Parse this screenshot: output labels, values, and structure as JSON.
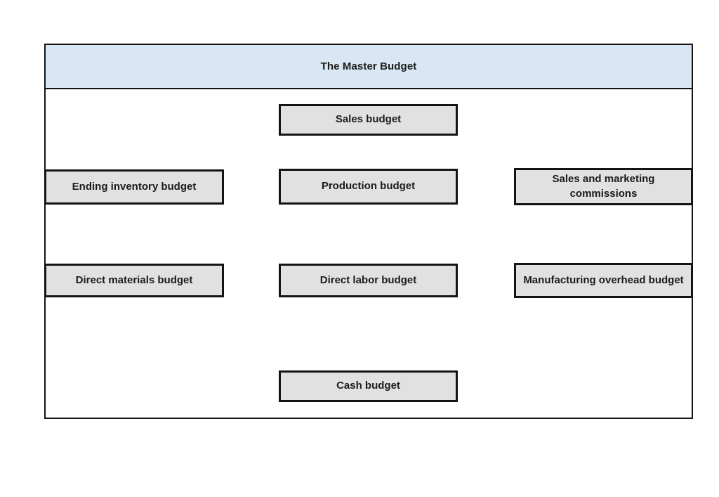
{
  "diagram": {
    "title": "The Master Budget",
    "boxes": [
      {
        "id": "sales-budget",
        "label": "Sales budget"
      },
      {
        "id": "ending-inventory-budget",
        "label": "Ending inventory budget"
      },
      {
        "id": "production-budget",
        "label": "Production budget"
      },
      {
        "id": "sales-marketing-commissions",
        "label": "Sales and marketing commissions"
      },
      {
        "id": "direct-materials-budget",
        "label": "Direct materials budget"
      },
      {
        "id": "direct-labor-budget",
        "label": "Direct labor budget"
      },
      {
        "id": "manufacturing-overhead-budget",
        "label": "Manufacturing overhead budget"
      },
      {
        "id": "cash-budget",
        "label": "Cash budget"
      }
    ],
    "colors": {
      "header_fill": "#d9e7f4",
      "box_fill": "#e1e1e1",
      "border": "#141414"
    }
  }
}
